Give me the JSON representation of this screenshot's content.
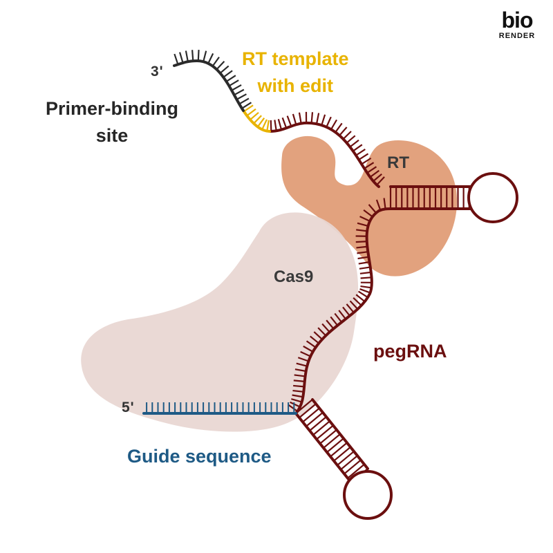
{
  "colors": {
    "black_strand": "#2b2b2b",
    "rt_template": "#e8b300",
    "pegrna": "#6b0f0f",
    "guide": "#1e5a85",
    "cas9": "#e8d6d2",
    "rt": "#e2a27e"
  },
  "labels": {
    "three_prime": "3'",
    "five_prime": "5'",
    "primer_binding_site": "Primer-binding\nsite",
    "rt_template": "RT template\nwith edit",
    "rt": "RT",
    "cas9": "Cas9",
    "pegrna": "pegRNA",
    "guide_sequence": "Guide sequence"
  },
  "logo": {
    "top": "bio",
    "bottom": "RENDER"
  }
}
